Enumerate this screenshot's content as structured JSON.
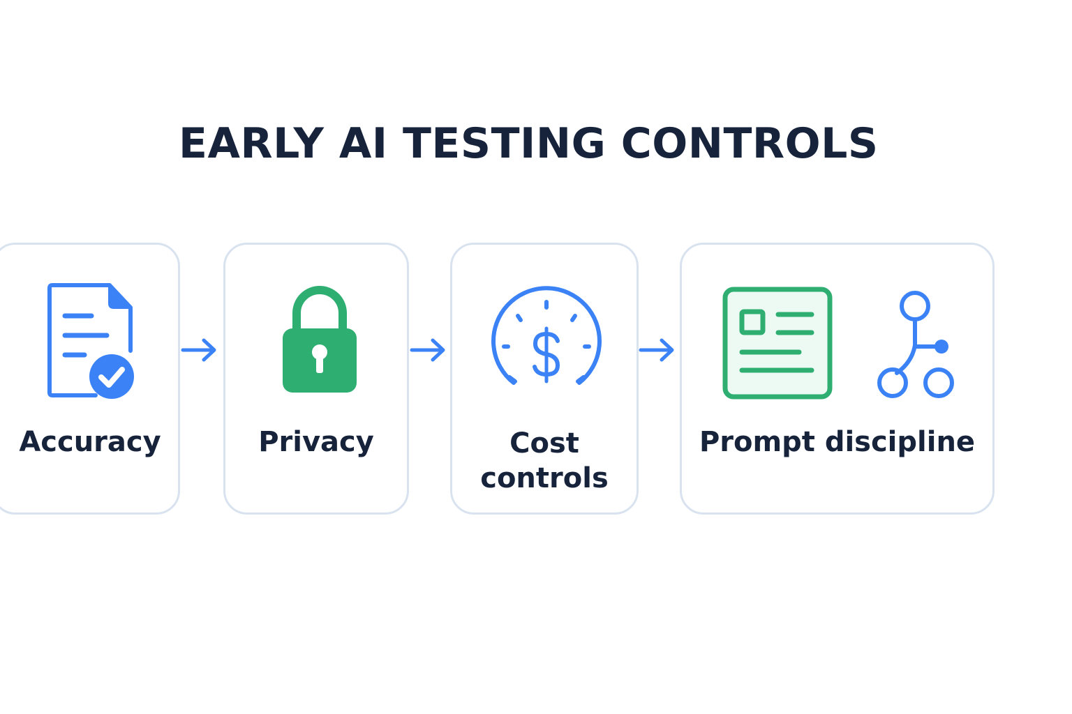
{
  "title": "EARLY AI TESTING CONTROLS",
  "colors": {
    "blue": "#3b82f6",
    "green": "#2fae72",
    "text": "#16233b",
    "card_border": "#d9e2ef"
  },
  "steps": [
    {
      "label": "Accuracy",
      "icon": "document-check-icon"
    },
    {
      "label": "Privacy",
      "icon": "padlock-icon"
    },
    {
      "label": "Cost\ncontrols",
      "icon": "dollar-gauge-icon"
    },
    {
      "label": "Prompt discipline",
      "icons": [
        "prompt-card-icon",
        "branching-flow-icon"
      ]
    }
  ]
}
